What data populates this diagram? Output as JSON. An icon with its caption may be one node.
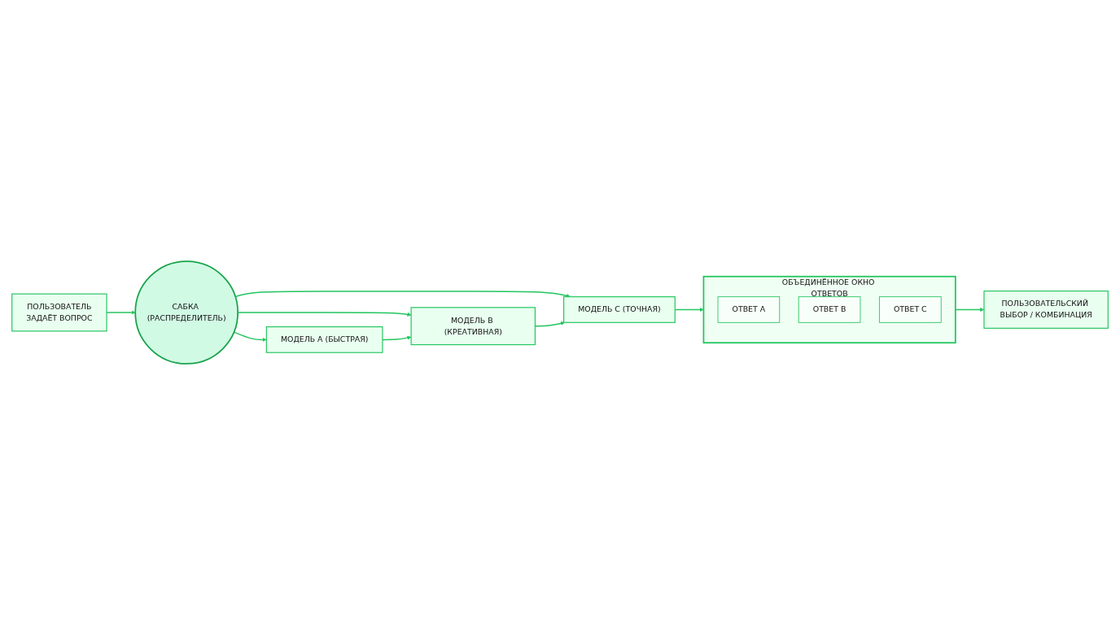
{
  "diagram": {
    "nodes": [
      {
        "text": [
          "ПОЛЬЗОВАТЕЛЬ",
          "ЗАДАЁТ ВОПРОС"
        ]
      },
      {
        "text": [
          "САБКА (РАСПРЕДЕЛИТЕЛЬ)"
        ]
      },
      {
        "text": [
          "МОДЕЛЬ A (БЫСТРАЯ)"
        ]
      },
      {
        "text": [
          "МОДЕЛЬ B (КРЕАТИВНАЯ)"
        ]
      },
      {
        "text": [
          "МОДЕЛЬ C (ТОЧНАЯ)"
        ]
      },
      {
        "text": [
          "ОБЪЕДИНЁННОЕ ОКНО ОТВЕТОВ"
        ]
      },
      {
        "text": [
          "ОТВЕТ A"
        ],
        "in": 5
      },
      {
        "text": [
          "ОТВЕТ B"
        ],
        "in": 5
      },
      {
        "text": [
          "ОТВЕТ C"
        ],
        "in": 5
      },
      {
        "text": [
          "ПОЛЬЗОВАТЕЛЬСКИЙ ВЫБОР / КОМБИНАЦИЯ"
        ]
      }
    ],
    "edges": [
      {
        "from": 0,
        "to": 1,
        "arrow": "to"
      },
      {
        "from": 1,
        "to": 2,
        "arrow": "to"
      },
      {
        "from": 1,
        "to": 3,
        "arrow": "to"
      },
      {
        "from": 1,
        "to": 4,
        "arrow": "to"
      },
      {
        "from": 2,
        "to": 3,
        "arrow": "to"
      },
      {
        "from": 3,
        "to": 4,
        "arrow": "to"
      },
      {
        "from": 4,
        "to": 5,
        "arrow": "to"
      },
      {
        "from": 5,
        "to": 9,
        "arrow": "to"
      }
    ]
  }
}
